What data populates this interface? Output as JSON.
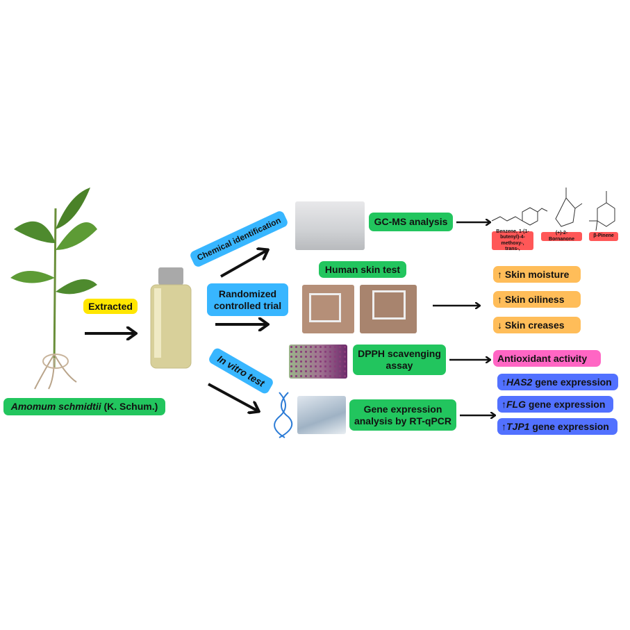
{
  "plant": {
    "label_italic": "Amomum schmidtii",
    "label_rest": " (K. Schum.)"
  },
  "extracted": "Extracted",
  "branches": {
    "chemical": "Chemical identification",
    "rct": "Randomized controlled trial",
    "invitro": "In vitro test"
  },
  "methods": {
    "gcms": "GC-MS analysis",
    "skin": "Human skin test",
    "dpph": "DPPH scavenging assay",
    "gene": "Gene expression analysis by RT-qPCR"
  },
  "compounds": [
    "Benzene, 1-(1-butenyl)-4-methoxy-, trans-,",
    "(+)-2-Bornanone",
    "β-Pinene"
  ],
  "skin_results": [
    {
      "arrow": "↑",
      "label": "Skin moisture"
    },
    {
      "arrow": "↑",
      "label": "Skin oiliness"
    },
    {
      "arrow": "↓",
      "label": "Skin creases"
    }
  ],
  "antioxidant": "Antioxidant activity",
  "genes": [
    {
      "arrow": "↑",
      "gene": "HAS2",
      "rest": " gene expression"
    },
    {
      "arrow": "↑",
      "gene": "FLG",
      "rest": " gene expression"
    },
    {
      "arrow": "↑",
      "gene": "TJP1",
      "rest": " gene expression"
    }
  ],
  "colors": {
    "green": "#22c55e",
    "blue": "#38b6ff",
    "yellow": "#ffe600",
    "orange": "#ffbd59",
    "pink": "#ff66c4",
    "purple": "#5271ff",
    "red": "#ff5757"
  }
}
